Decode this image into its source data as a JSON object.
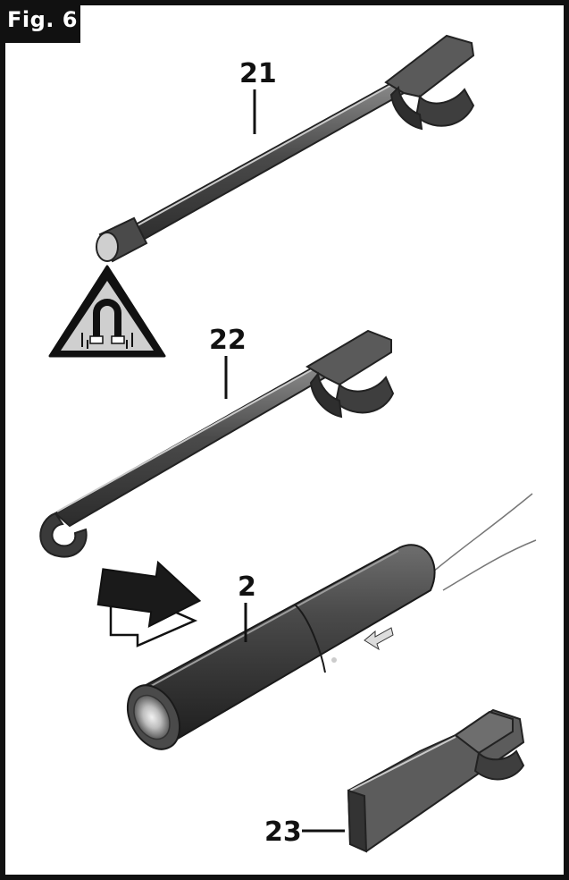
{
  "figure": {
    "label": "Fig. 6"
  },
  "callouts": {
    "c21": "21",
    "c22": "22",
    "c2": "2",
    "c23": "23"
  },
  "colors": {
    "frame": "#111111",
    "part_dark": "#3c3c3c",
    "part_mid": "#5a5a5a",
    "part_light": "#9a9a9a",
    "warning_fill": "#c8c8c8"
  },
  "icons": {
    "warning": "magnet-warning-icon",
    "direction": "insert-direction-arrow-icon"
  }
}
